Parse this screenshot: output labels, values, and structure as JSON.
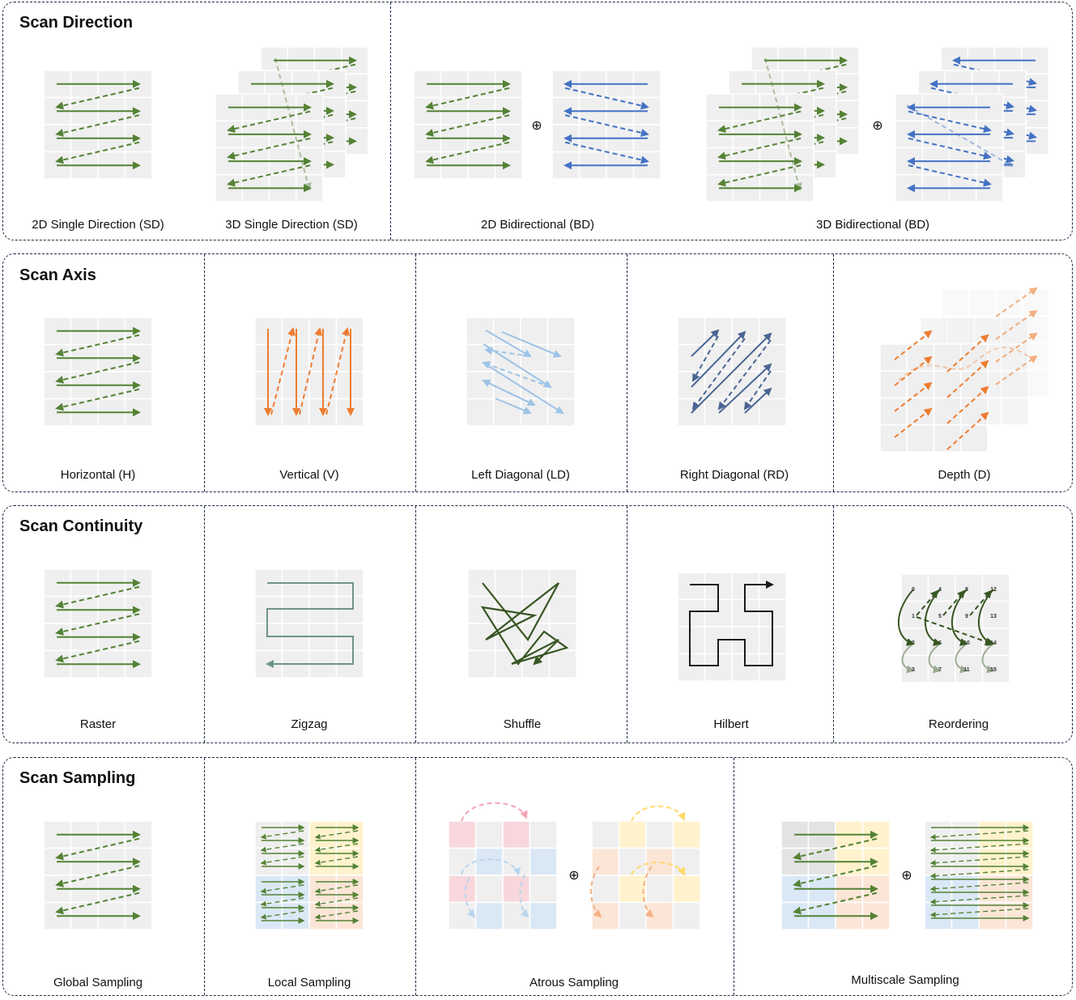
{
  "rows": [
    {
      "title": "Scan Direction",
      "captions": [
        "2D Single Direction (SD)",
        "3D Single Direction (SD)",
        "2D Bidirectional (BD)",
        "3D Bidirectional (BD)"
      ]
    },
    {
      "title": "Scan Axis",
      "captions": [
        "Horizontal (H)",
        "Vertical (V)",
        "Left Diagonal (LD)",
        "Right Diagonal (RD)",
        "Depth (D)"
      ]
    },
    {
      "title": "Scan Continuity",
      "captions": [
        "Raster",
        "Zigzag",
        "Shuffle",
        "Hilbert",
        "Reordering"
      ]
    },
    {
      "title": "Scan Sampling",
      "captions": [
        "Global Sampling",
        "Local Sampling",
        "Atrous Sampling",
        "Multiscale Sampling"
      ]
    }
  ],
  "operator": "⊕",
  "reorder_labels": [
    "0",
    "1",
    "2",
    "3",
    "4",
    "5",
    "6",
    "7",
    "8",
    "9",
    "10",
    "11",
    "12",
    "13",
    "14",
    "15"
  ],
  "colors": {
    "green": "#548235",
    "blue": "#4472c4",
    "orange": "#ed7d31",
    "lightblue": "#9dc3e6",
    "slate": "#4a6593",
    "teal": "#6f9486",
    "darkgreen": "#375623",
    "black": "#1a1a1a",
    "grid": "#efefef",
    "border": "#1f2a44"
  }
}
